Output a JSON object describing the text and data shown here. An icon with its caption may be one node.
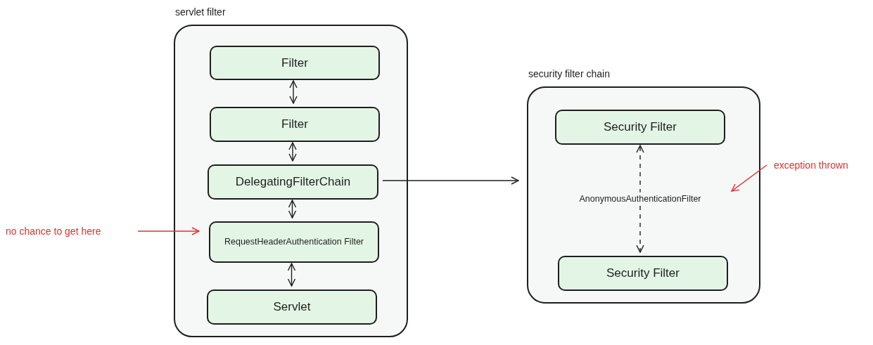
{
  "diagram": {
    "nodes": [
      {
        "text": [
          "servlet filter"
        ]
      },
      {
        "text": [
          "Filter"
        ],
        "in": 0
      },
      {
        "text": [
          "Filter"
        ],
        "in": 0
      },
      {
        "text": [
          "DelegatingFilterChain"
        ],
        "in": 0
      },
      {
        "text": [
          "RequestHeaderAuthentication Filter"
        ],
        "in": 0
      },
      {
        "text": [
          "Servlet"
        ],
        "in": 0
      },
      {
        "text": [
          "security filter chain"
        ]
      },
      {
        "text": [
          "Security Filter"
        ],
        "in": 6
      },
      {
        "text": [
          "Security Filter"
        ],
        "in": 6
      },
      {
        "text": [
          "no chance to get here"
        ]
      },
      {
        "text": [
          "exception thrown"
        ]
      }
    ],
    "edges": [
      {
        "from": 1,
        "to": 2,
        "arrow": "both"
      },
      {
        "from": 2,
        "to": 3,
        "arrow": "both"
      },
      {
        "from": 3,
        "to": 4,
        "arrow": "both"
      },
      {
        "from": 4,
        "to": 5,
        "arrow": "both"
      },
      {
        "from": 3,
        "to": 6,
        "arrow": "to"
      },
      {
        "from": 8,
        "to": 7,
        "arrow": "both",
        "style": "dashed",
        "label": "AnonymousAuthenticationFilter"
      },
      {
        "from": 9,
        "to": 4,
        "arrow": "to",
        "color": "#e03131"
      },
      {
        "from": 10,
        "to": null,
        "arrow": "to",
        "color": "#e03131"
      }
    ]
  }
}
